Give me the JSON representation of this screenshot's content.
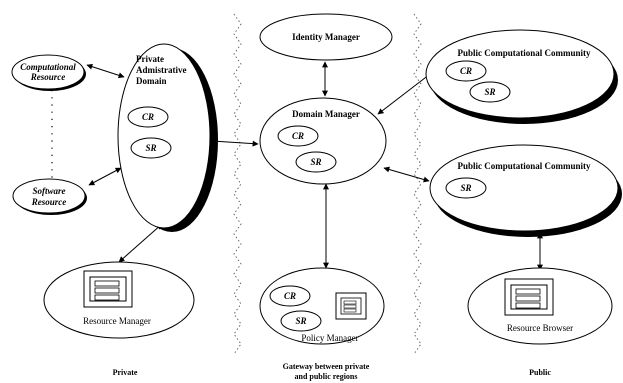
{
  "nodes": {
    "identity_manager": "Identity Manager",
    "domain_manager": "Domain Manager",
    "private_domain": [
      "Private",
      "Admistrative",
      "Domain"
    ],
    "computational_resource": [
      "Computational",
      "Resource"
    ],
    "software_resource": [
      "Software",
      "Resource"
    ],
    "resource_manager": "Resource Manager",
    "policy_manager": "Policy Manager",
    "public_community_1": "Public Computational Community",
    "public_community_2": "Public Computational Community",
    "resource_browser": "Resource Browser",
    "cr": "CR",
    "sr": "SR"
  },
  "regions": {
    "private": "Private",
    "gateway": [
      "Gateway between private",
      "and public regions"
    ],
    "public": "Public"
  }
}
